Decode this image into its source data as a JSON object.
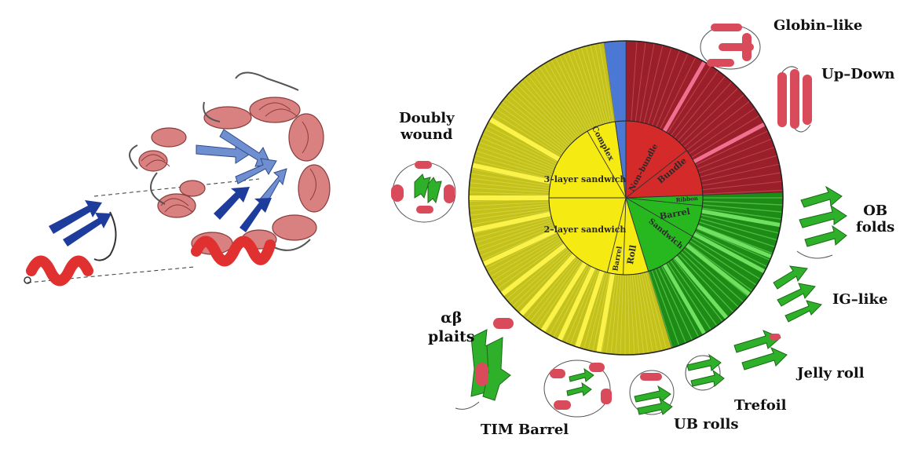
{
  "colors": {
    "mainly_alpha": "#d42a2a",
    "mainly_alpha_outer": "#9a1f2a",
    "mainly_beta": "#27b81f",
    "mainly_beta_outer": "#1c8c16",
    "alpha_beta": "#f5ea12",
    "alpha_beta_outer": "#c4c21a",
    "few_ss": "#4a78d4",
    "helix": "#e03030",
    "strand": "#1e3c9c",
    "context_protein": "#d98080",
    "context_strand": "#6f8fd0"
  },
  "inner_ring": {
    "alpha": [
      "Non–bundle",
      "Bundle"
    ],
    "beta": [
      "Ribbon",
      "Barrel",
      "Sandwich"
    ],
    "alpha_beta": [
      "Roll",
      "Barrel",
      "2–layer sandwich",
      "3–layer sandwich",
      "Complex"
    ]
  },
  "fold_labels": {
    "globin": "Globin–like",
    "updown": "Up–Down",
    "ob": "OB\nfolds",
    "ig": "IG–like",
    "jelly": "Jelly roll",
    "trefoil": "Trefoil",
    "ub": "UB rolls",
    "tim": "TIM Barrel",
    "ab_plaits": "αβ\nplaits",
    "doubly": "Doubly\nwound"
  }
}
